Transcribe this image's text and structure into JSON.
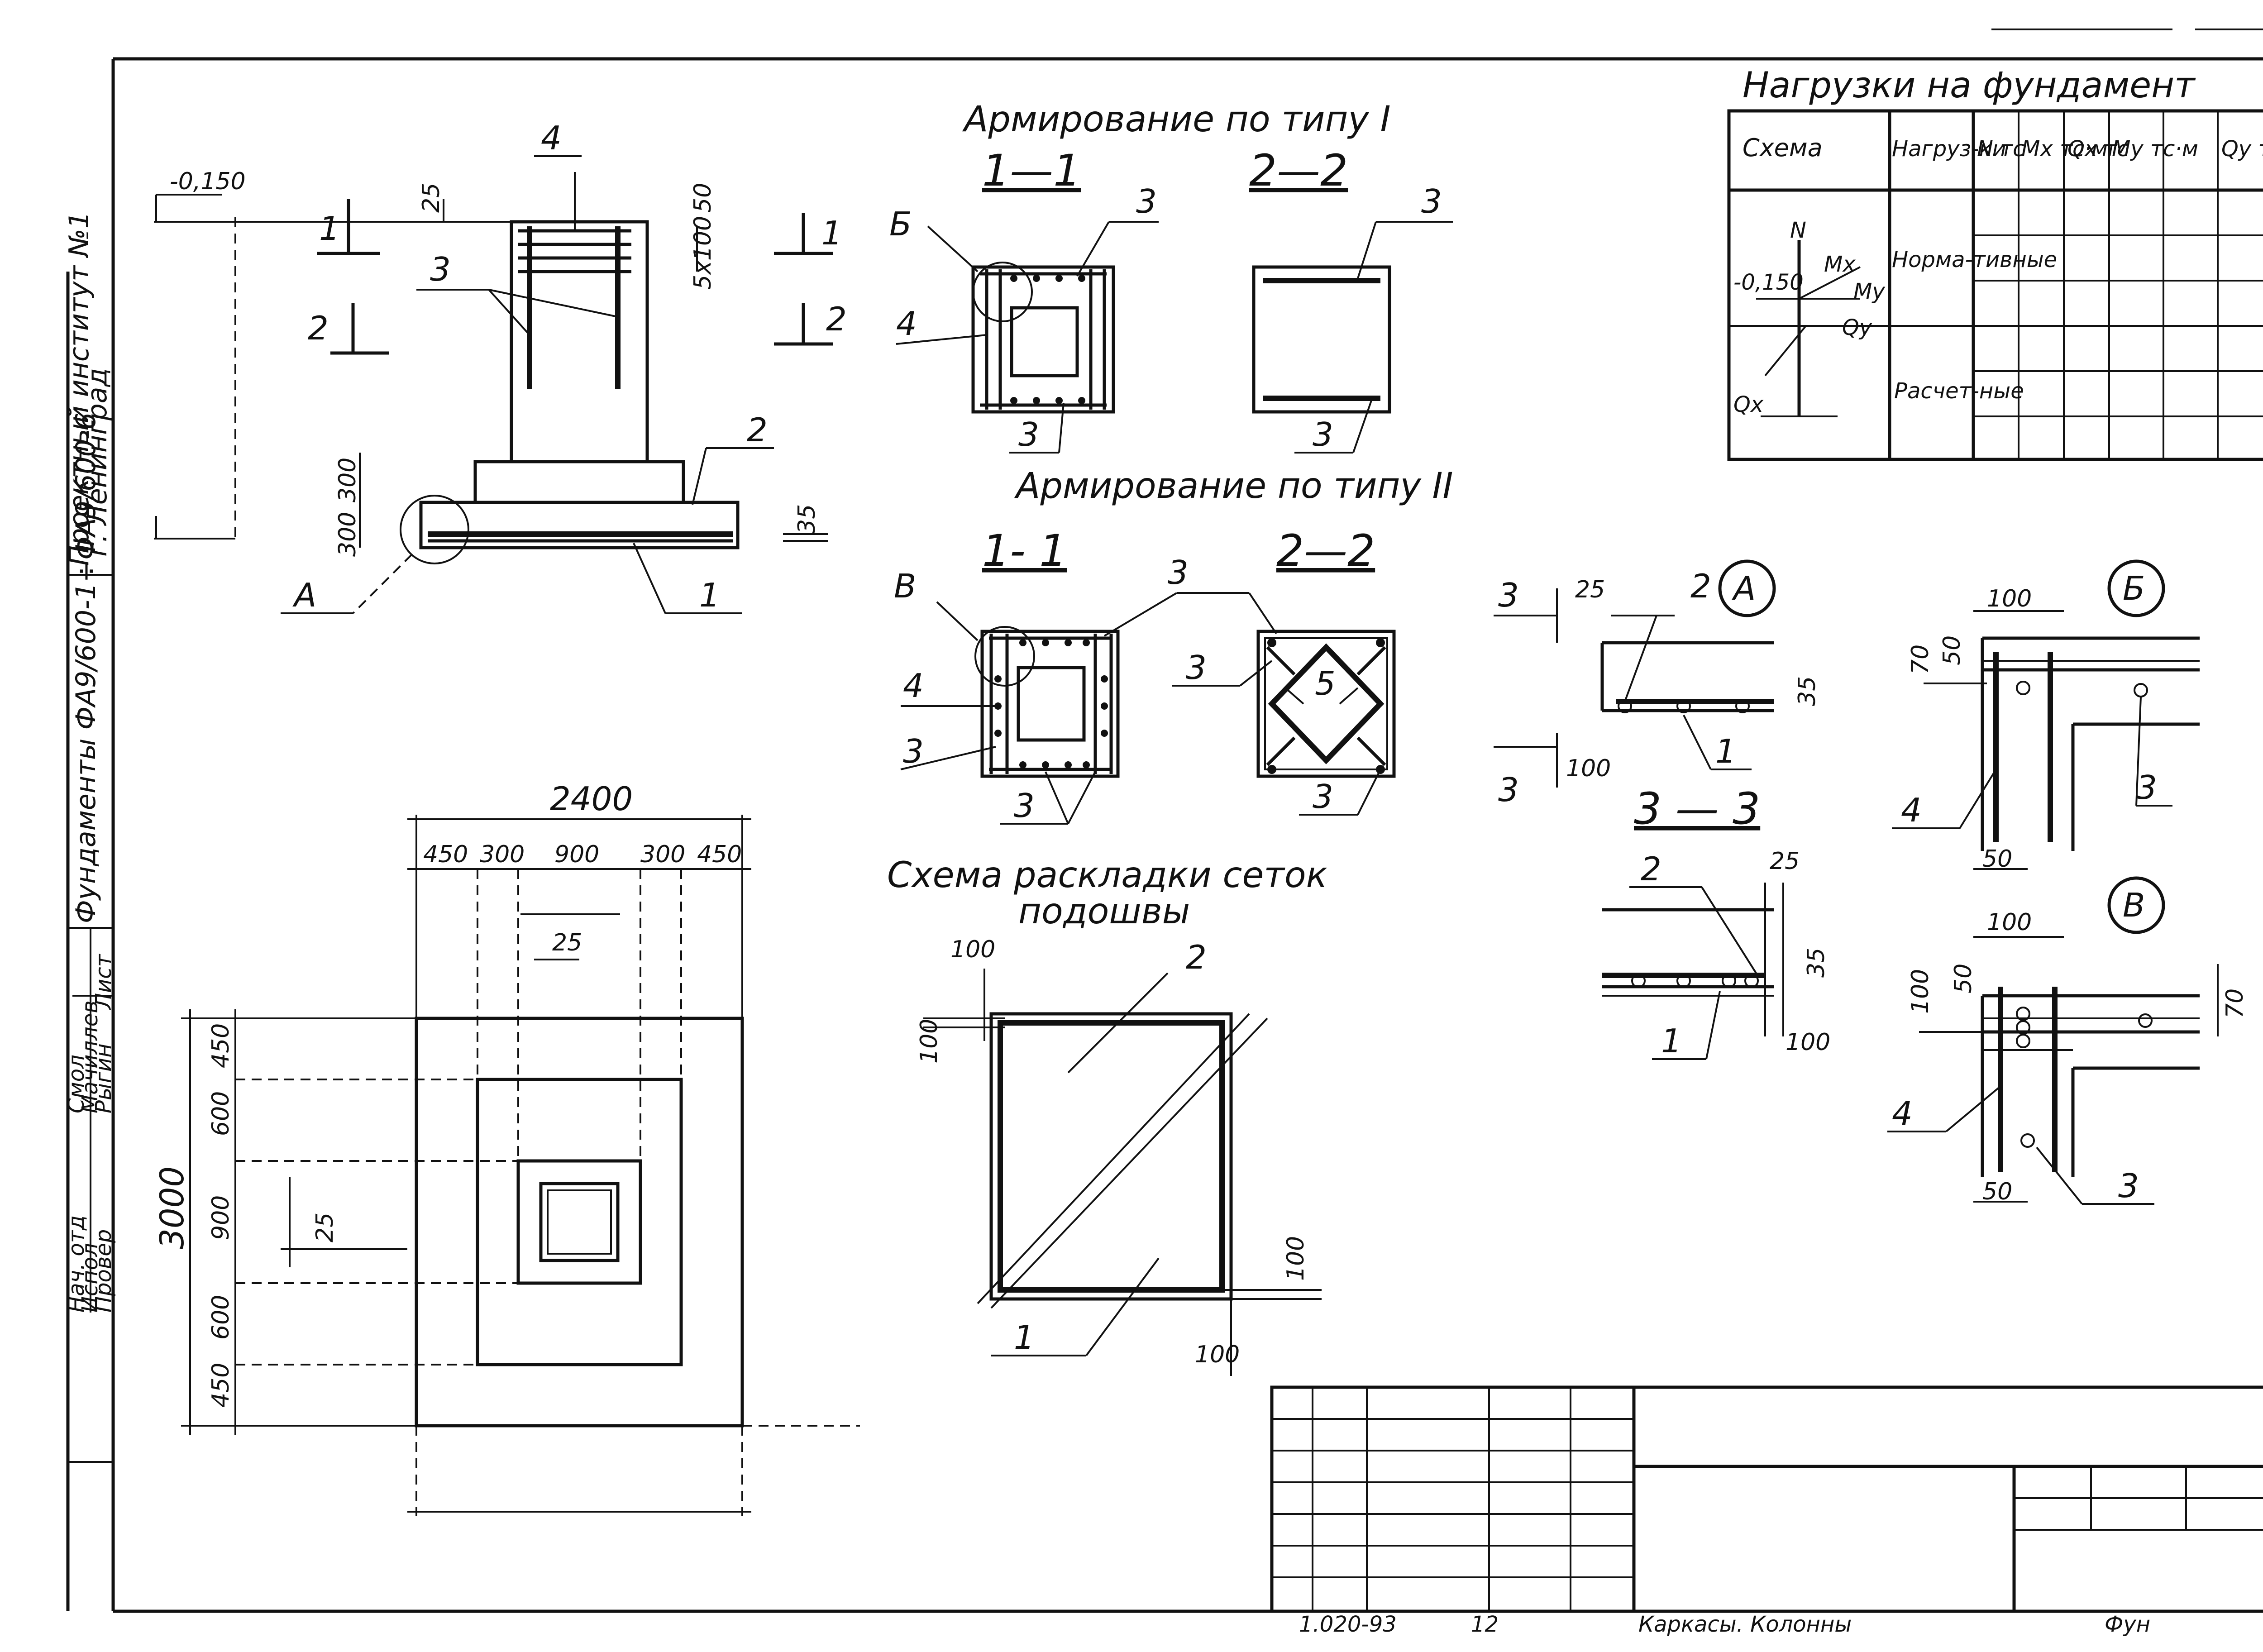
{
  "sheet_number": "12",
  "side_stamp": {
    "institute": "Проектный институт №1",
    "city": "г. Ленинград",
    "series_title": "Фундаменты ФА9/600-1÷ФА9/600-6",
    "roles": [
      "Нач. отд",
      "Испол",
      "Провер"
    ],
    "names": [
      "Смол",
      "Мачиллев",
      "Рыгин"
    ],
    "sheet": "Лист"
  },
  "elevation_view": {
    "level_mark": "-0,150",
    "rebar_labels": [
      "1",
      "2",
      "3",
      "4"
    ],
    "section_marks": [
      "1",
      "1",
      "2",
      "2"
    ],
    "node_label": "А",
    "dims": [
      "25",
      "50",
      "5x100",
      "300",
      "300",
      "35"
    ]
  },
  "type1": {
    "title": "Армирование по типу I",
    "sec_11": "1—1",
    "sec_22": "2—2",
    "node_label": "Б",
    "labels": [
      "3",
      "4",
      "3",
      "3",
      "3"
    ]
  },
  "type2": {
    "title": "Армирование по типу II",
    "sec_11": "1- 1",
    "sec_22": "2—2",
    "node_label": "В",
    "labels": [
      "3",
      "4",
      "3",
      "3",
      "3",
      "5",
      "3"
    ]
  },
  "plan_view": {
    "overall_width": "2400",
    "width_dims": [
      "450",
      "300",
      "900",
      "300",
      "450"
    ],
    "overall_height": "3000",
    "height_dims": [
      "450",
      "600",
      "900",
      "600",
      "450"
    ],
    "gap_dims": [
      "25",
      "25"
    ]
  },
  "mesh_scheme": {
    "title_line1": "Схема раскладки сеток",
    "title_line2": "подошвы",
    "dims": [
      "100",
      "100",
      "100",
      "100"
    ],
    "labels": [
      "1",
      "2"
    ]
  },
  "node_a": {
    "label": "А",
    "dims": [
      "25",
      "35",
      "100"
    ],
    "labels": [
      "2",
      "1"
    ],
    "cut_label": "3",
    "section_title": "3 — 3",
    "section_dims": [
      "25",
      "35",
      "100"
    ],
    "section_labels": [
      "2",
      "1"
    ]
  },
  "node_b": {
    "label": "Б",
    "dims": [
      "100",
      "70",
      "50",
      "50"
    ],
    "labels": [
      "4",
      "3"
    ]
  },
  "node_v": {
    "label": "В",
    "dims": [
      "100",
      "50",
      "100",
      "70",
      "50"
    ],
    "labels": [
      "4",
      "3"
    ]
  },
  "loads_table": {
    "title": "Нагрузки на фундамент",
    "headers": [
      "Схема",
      "Нагруз-ки",
      "N тс",
      "Mx тс·м",
      "Qx тс",
      "My тс·м",
      "Qy тс"
    ],
    "rows": [
      "Норма-тивные",
      "Расчет-ные"
    ],
    "scheme_labels": [
      "N",
      "Mx",
      "My",
      "Qy",
      "Qx",
      "-0,150"
    ]
  },
  "footer_text": [
    "1.020-93",
    "12",
    "Каркасы. Колонны",
    "Фун"
  ]
}
